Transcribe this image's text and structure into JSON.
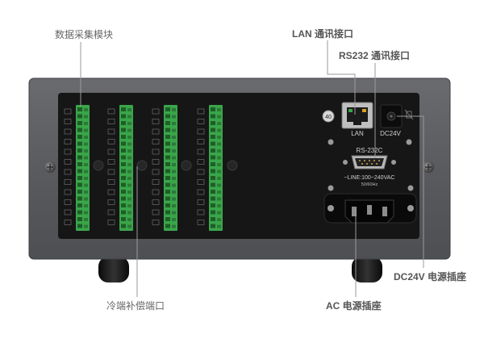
{
  "callouts": {
    "daq_module": "数据采集模块",
    "lan_port": "LAN 通讯接口",
    "rs232_port": "RS232 通讯接口",
    "cold_junction": "冷端补偿端口",
    "ac_socket": "AC 电源插座",
    "dc24v_socket": "DC24V 电源插座"
  },
  "panel_print": {
    "lan": "LAN",
    "dc24v": "DC24V",
    "rs232c": "RS-232C",
    "line_spec": "~LINE:100~240VAC",
    "freq_spec": "50/60Hz",
    "screw_label": "40"
  },
  "colors": {
    "chassis": "#5e5f63",
    "panel": "#161616",
    "terminal": "#3aa54a",
    "callout_line": "#9a9a9a",
    "callout_text": "#666666"
  }
}
